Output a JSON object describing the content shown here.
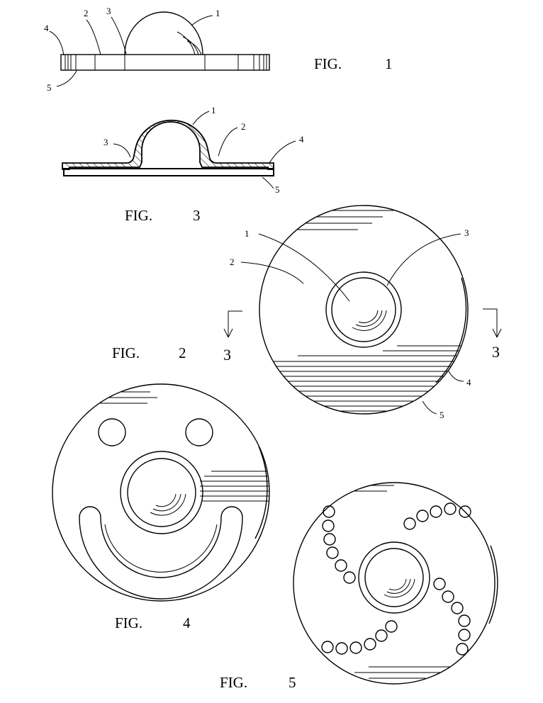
{
  "figures": {
    "fig1": {
      "label": "FIG.",
      "number": "1"
    },
    "fig2": {
      "label": "FIG.",
      "number": "2"
    },
    "fig3": {
      "label": "FIG.",
      "number": "3"
    },
    "fig4": {
      "label": "FIG.",
      "number": "4"
    },
    "fig5": {
      "label": "FIG.",
      "number": "5"
    }
  },
  "section_marks": {
    "left": "3",
    "right": "3"
  },
  "reference_numerals": {
    "dome": "1",
    "flat_area": "2",
    "junction": "3",
    "edge": "4",
    "base": "5"
  }
}
